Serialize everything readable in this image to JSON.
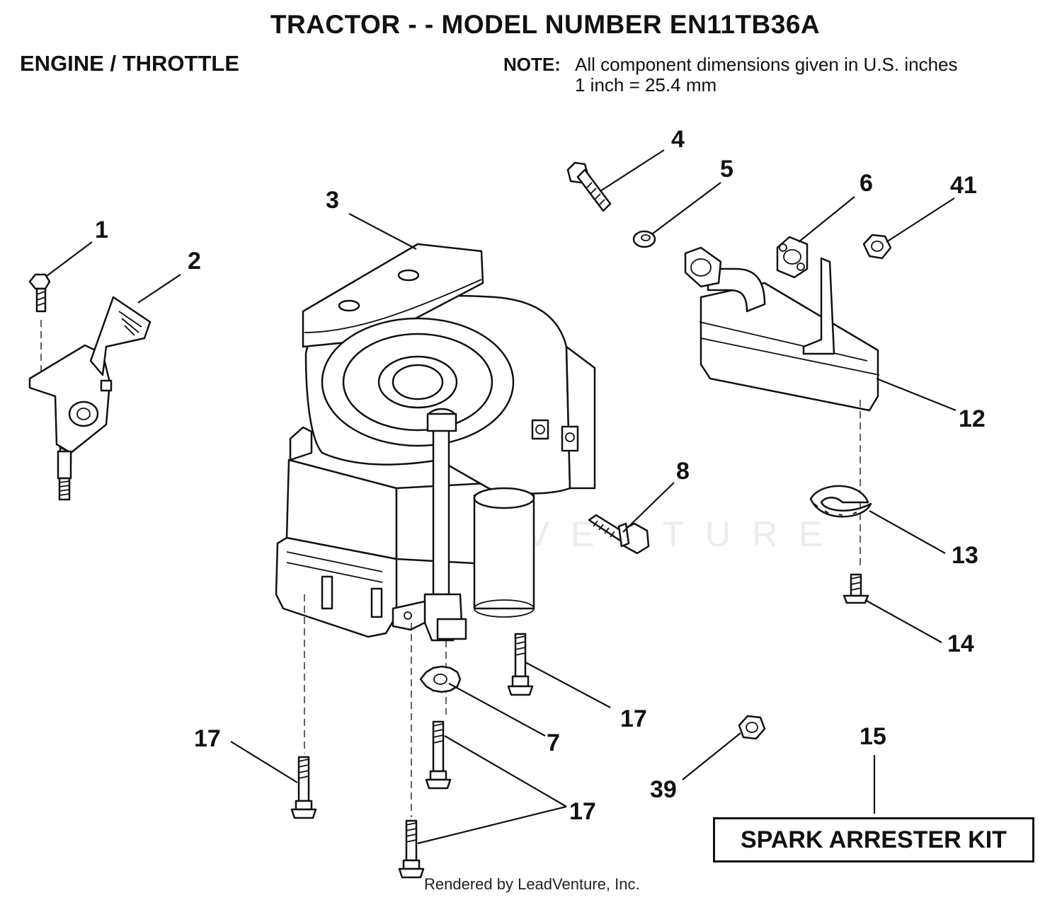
{
  "header": {
    "title": "TRACTOR - - MODEL NUMBER EN11TB36A",
    "section": "ENGINE / THROTTLE",
    "note_label": "NOTE:",
    "note_line1": "All component dimensions given in U.S. inches",
    "note_line2": "1 inch = 25.4 mm"
  },
  "diagram": {
    "watermark": "LEADVENTURE",
    "callouts": {
      "c1": "1",
      "c2": "2",
      "c3": "3",
      "c4": "4",
      "c5": "5",
      "c6": "6",
      "c41": "41",
      "c12": "12",
      "c8": "8",
      "c13": "13",
      "c14": "14",
      "c17a": "17",
      "c17b": "17",
      "c7": "7",
      "c17c": "17",
      "c39": "39",
      "c15": "15"
    },
    "kit_label": "SPARK ARRESTER KIT"
  },
  "footer": "Rendered by LeadVenture, Inc."
}
